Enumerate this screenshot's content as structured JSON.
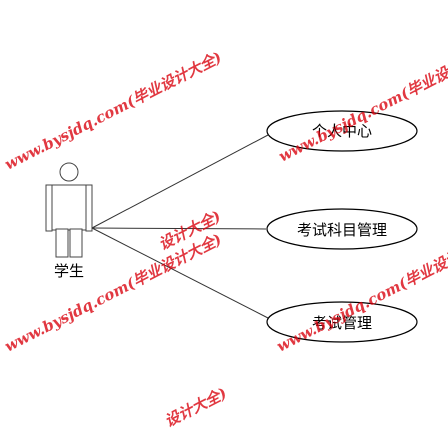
{
  "actor": {
    "label": "学生"
  },
  "use_cases": [
    {
      "label": "个人中心"
    },
    {
      "label": "考试科目管理"
    },
    {
      "label": "考试管理"
    }
  ],
  "watermark": {
    "text": "www.bysjdq.com(毕业设计大全)",
    "fragment": "设计大全)",
    "color": "#d9000c"
  }
}
